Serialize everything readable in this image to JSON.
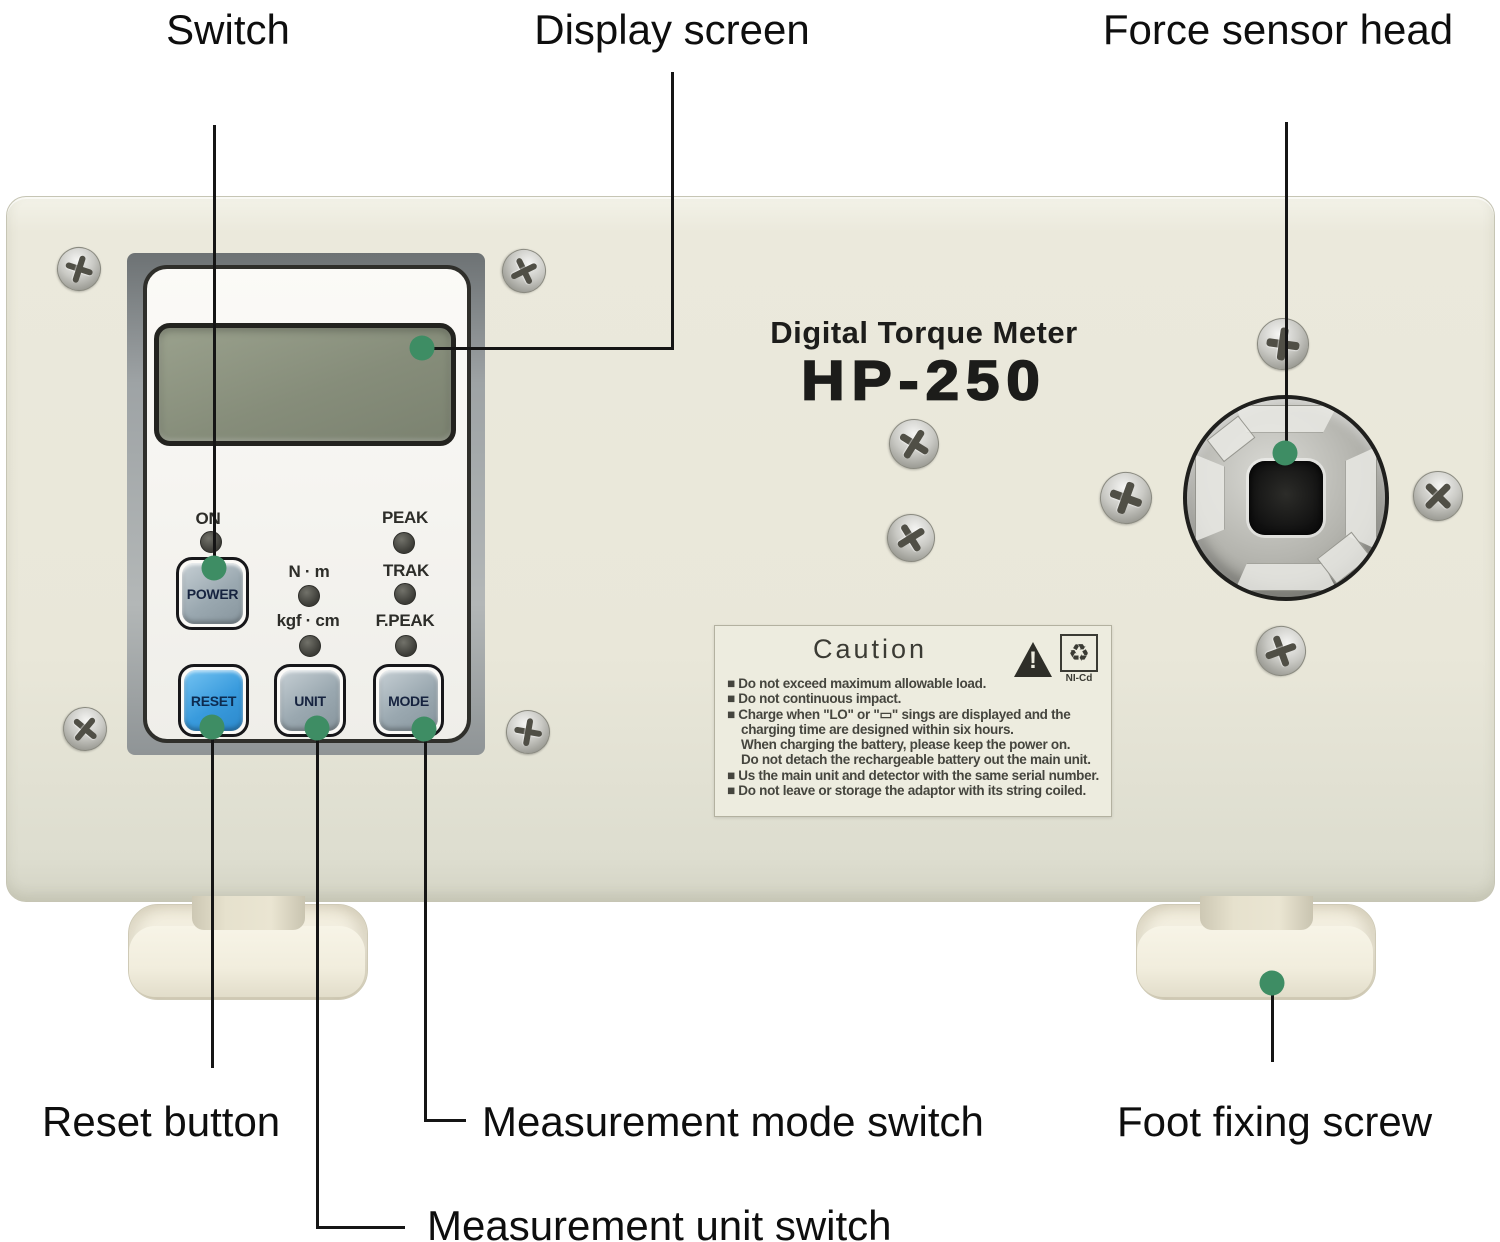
{
  "callouts": {
    "switch": "Switch",
    "display_screen": "Display screen",
    "force_sensor_head": "Force sensor head",
    "reset_button": "Reset button",
    "measurement_mode_switch": "Measurement mode switch",
    "measurement_unit_switch": "Measurement unit switch",
    "foot_fixing_screw": "Foot fixing screw"
  },
  "device": {
    "brand": "Digital Torque Meter",
    "model": "HP-250",
    "panel": {
      "on": "ON",
      "peak": "PEAK",
      "trak": "TRAK",
      "fpeak": "F.PEAK",
      "nm": "N · m",
      "kgfcm": "kgf · cm",
      "power": "POWER",
      "reset": "RESET",
      "unit": "UNIT",
      "mode": "MODE"
    },
    "caution": {
      "title": "Caution",
      "battery_type": "NI-Cd",
      "recycle_symbol": "♻",
      "lines": [
        "■ Do not exceed maximum allowable load.",
        "■ Do not continuous impact.",
        "■ Charge when \"LO\" or \"▭\" sings are displayed and the",
        "charging time are designed within six hours.",
        "When charging the battery, please keep the power on.",
        "Do not  detach the rechargeable battery out the main unit.",
        "■ Us the main unit and detector with the same serial number.",
        "■ Do not leave or storage the adaptor with its string coiled."
      ]
    }
  },
  "colors": {
    "accent_green": "#3e8d64",
    "reset_blue": "#39a0e0",
    "body_cream": "#e9e7d9"
  }
}
